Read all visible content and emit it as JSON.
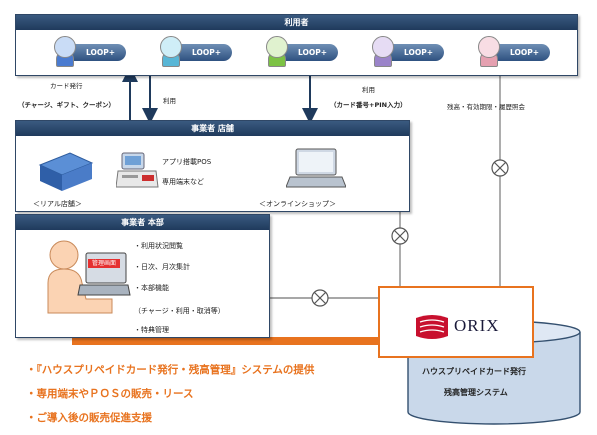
{
  "users_panel": {
    "title": "利用者",
    "badge": "LOOP+",
    "users": [
      {
        "color": "#4a7bd0",
        "face": "#c9dcf6"
      },
      {
        "color": "#58b6d6",
        "face": "#cfeef7"
      },
      {
        "color": "#7cc244",
        "face": "#e0f2cf"
      },
      {
        "color": "#9a83c9",
        "face": "#e6dcf4"
      },
      {
        "color": "#e5a0b0",
        "face": "#f8dde4"
      }
    ]
  },
  "labels": {
    "card_issue": "カード発行",
    "charge_gift_coupon": "（チャージ、ギフト、クーポン）",
    "use_left": "利用",
    "use_right": "利用",
    "card_pin": "（カード番号+PIN入力）",
    "balance_inquiry": "残高・有効期限・履歴照会"
  },
  "store_panel": {
    "title": "事業者 店舗",
    "app_pos": "アプリ搭載POS",
    "terminal": "専用端末など",
    "real_store": "＜リアル店舗＞",
    "online_shop": "＜オンラインショップ＞"
  },
  "hq_panel": {
    "title": "事業者 本部",
    "screen_label": "管理画面",
    "items": [
      "・利用状況閲覧",
      "・日次、月次集計",
      "・本部機能",
      "（チャージ・利用・取消等）",
      "・特典管理"
    ]
  },
  "orix": {
    "logo_text": "ORIX",
    "system_line1": "ハウスプリペイドカード発行",
    "system_line2": "残高管理システム"
  },
  "promo_points": [
    "・『ハウスプリペイドカード発行・残高管理』システムの提供",
    "・専用端末やＰＯＳの販売・リース",
    "・ご導入後の販売促進支援"
  ],
  "colors": {
    "panel_header": "#1f3a5c",
    "accent_orange": "#e8731f",
    "orix_red": "#c8102e"
  }
}
